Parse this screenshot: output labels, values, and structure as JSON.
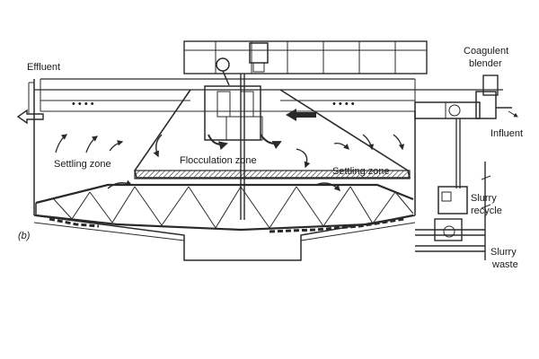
{
  "labels": {
    "effluent": "Effluent",
    "coagulent": "Coagulent",
    "blender": "blender",
    "influent": "Influent",
    "flocculation_zone": "Flocculation zone",
    "settling_left": "Settling zone",
    "settling_right": "Settling zone",
    "slurry_recycle_1": "Slurry",
    "slurry_recycle_2": "recycle",
    "slurry_waste_1": "Slurry",
    "slurry_waste_2": "waste",
    "panel": "(b)"
  },
  "colors": {
    "ink": "#2a2a2a",
    "hatch": "#444444",
    "paper": "#ffffff"
  },
  "icons": {
    "effluent_arrow": "arrow-left-icon",
    "influent_arrow": "arrow-left-icon",
    "drive_motor": "motor-icon",
    "flow_arrows": "curved-arrow-icon"
  }
}
